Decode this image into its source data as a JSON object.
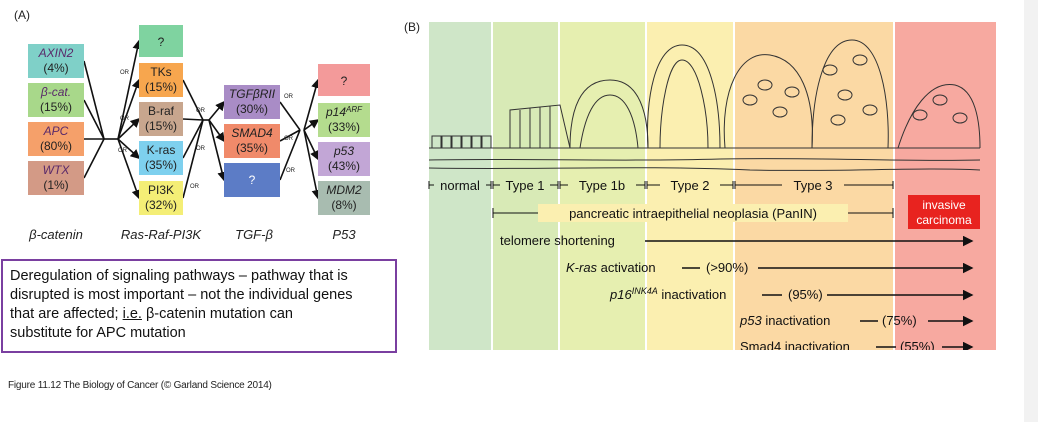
{
  "panel_a": {
    "label": "(A)",
    "or_label": "OR",
    "col1": [
      {
        "gene": "AXIN2",
        "pct": "(4%)",
        "color": "#7fd0c8"
      },
      {
        "gene": "β-cat.",
        "pct": "(15%)",
        "color": "#a8d88a"
      },
      {
        "gene": "APC",
        "pct": "(80%)",
        "color": "#f5a06a"
      },
      {
        "gene": "WTX",
        "pct": "(1%)",
        "color": "#d39a86"
      }
    ],
    "col2": [
      {
        "gene": "?",
        "pct": "",
        "color": "#7fd3a0"
      },
      {
        "gene": "TKs",
        "pct": "(15%)",
        "color": "#f7a64e"
      },
      {
        "gene": "B-raf",
        "pct": "(15%)",
        "color": "#c8a68e"
      },
      {
        "gene": "K-ras",
        "pct": "(35%)",
        "color": "#7ed0ee"
      },
      {
        "gene": "PI3K",
        "pct": "(32%)",
        "color": "#f4ee76"
      }
    ],
    "col3": [
      {
        "gene": "TGFβRII",
        "pct": "(30%)",
        "color": "#a98cc6"
      },
      {
        "gene": "SMAD4",
        "pct": "(35%)",
        "color": "#f08a6a"
      },
      {
        "gene": "?",
        "pct": "",
        "color": "#5c7cc6"
      }
    ],
    "col4": [
      {
        "gene": "?",
        "pct": "",
        "color": "#f39a9a"
      },
      {
        "gene": "p14ARF",
        "pct": "(33%)",
        "color": "#b4dc8e"
      },
      {
        "gene": "p53",
        "pct": "(43%)",
        "color": "#c2a6d6"
      },
      {
        "gene": "MDM2",
        "pct": "(8%)",
        "color": "#a8bcb0"
      }
    ],
    "pathways": [
      "β-catenin",
      "Ras-Raf-PI3K",
      "TGF-β",
      "P53"
    ]
  },
  "note": {
    "line1": "Deregulation of signaling pathways – pathway that is",
    "line2": "disrupted is most important – not the individual genes",
    "line3": "that are affected; i.e. β-catenin mutation can",
    "line4": "substitute for APC mutation"
  },
  "caption": "Figure 11.12 The Biology of Cancer (© Garland Science 2014)",
  "panel_b": {
    "label": "(B)",
    "stages": [
      "normal",
      "Type 1",
      "Type 1b",
      "Type 2",
      "Type 3"
    ],
    "panin_label": "pancreatic intraepithelial neoplasia (PanIN)",
    "invasive_line1": "invasive",
    "invasive_line2": "carcinoma",
    "events": [
      {
        "name": "telomere shortening",
        "pct": ""
      },
      {
        "name": "K-ras activation",
        "pct": "(>90%)"
      },
      {
        "name": "p16INK4A inactivation",
        "pct": "(95%)"
      },
      {
        "name": "p53 inactivation",
        "pct": "(75%)"
      },
      {
        "name": "Smad4 inactivation",
        "pct": "(55%)"
      }
    ],
    "zone_colors": [
      "#cfe6c8",
      "#d8eab6",
      "#e6efb0",
      "#fbefb0",
      "#fbd9a4",
      "#f7a9a0"
    ],
    "invasive_color": "#e8231f"
  }
}
